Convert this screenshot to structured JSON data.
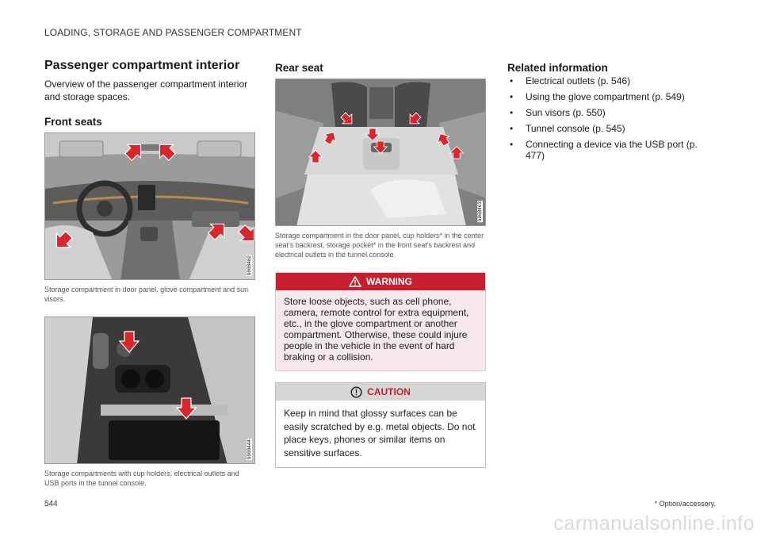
{
  "header": {
    "title": "LOADING, STORAGE AND PASSENGER COMPARTMENT"
  },
  "col1": {
    "title": "Passenger compartment interior",
    "intro": "Overview of the passenger compartment interior and storage spaces.",
    "front_seats_heading": "Front seats",
    "figure1": {
      "caption": "Storage compartment in door panel, glove compartment and sun visors.",
      "code": "G068462"
    },
    "figure2": {
      "caption": "Storage compartments with cup holders, electrical outlets and USB ports in the tunnel console.",
      "code": "G068444"
    }
  },
  "col2": {
    "rear_seat_heading": "Rear seat",
    "figure3": {
      "caption": "Storage compartment in the door panel, cup holders* in the center seat's backrest, storage pocket* in the front seat's backrest and electrical outlets in the tunnel console.",
      "code": "G068463"
    },
    "warning": {
      "label": "WARNING",
      "text": "Store loose objects, such as cell phone, camera, remote control for extra equipment, etc., in the glove compartment or another compartment. Otherwise, these could injure people in the vehicle in the event of hard braking or a collision."
    },
    "caution": {
      "label": "CAUTION",
      "text": "Keep in mind that glossy surfaces can be easily scratched by e.g. metal objects. Do not place keys, phones or similar items on sensitive surfaces."
    }
  },
  "col3": {
    "related_heading": "Related information",
    "related_items": [
      "Electrical outlets (p. 546)",
      "Using the glove compartment (p. 549)",
      "Sun visors (p. 550)",
      "Tunnel console (p. 545)",
      "Connecting a device via the USB port (p. 477)"
    ]
  },
  "footer": {
    "page_number": "544",
    "footnote": "* Option/accessory.",
    "watermark": "carmanualsonline.info"
  },
  "colors": {
    "accent_red": "#c8202e",
    "arrow_red": "#d8262f",
    "warning_bg": "#f6e8ea",
    "caution_head_bg": "#d6d6d6"
  },
  "icons": {
    "warning": "warning-triangle-icon",
    "caution": "caution-exclamation-icon",
    "arrow": "red-arrow-icon"
  }
}
